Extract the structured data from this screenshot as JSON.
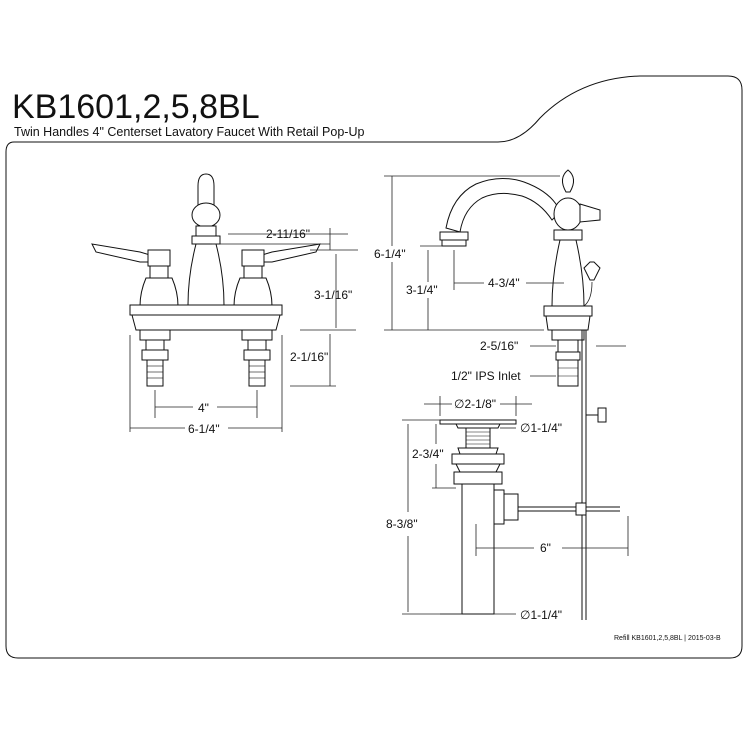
{
  "title": "KB1601,2,5,8BL",
  "subtitle": "Twin Handles 4\" Centerset Lavatory Faucet With Retail Pop-Up",
  "front_view": {
    "dim_spout_offset": "2-11/16\"",
    "dim_height": "3-1/16\"",
    "dim_shank": "2-1/16\"",
    "dim_center": "4\"",
    "dim_width": "6-1/4\""
  },
  "side_view": {
    "dim_total_height": "6-1/4\"",
    "dim_spout_height": "3-1/4\"",
    "dim_reach": "4-3/4\"",
    "dim_base": "2-5/16\"",
    "inlet": "1/2\" IPS Inlet"
  },
  "drain_view": {
    "dim_flange": "∅2-1/8\"",
    "dim_body": "∅1-1/4\"",
    "dim_flange_height": "2-3/4\"",
    "dim_total": "8-3/8\"",
    "dim_rod": "6\"",
    "dim_tail": "∅1-1/4\""
  },
  "footer_ref": "Refill KB1601,2,5,8BL | 2015-03-B"
}
